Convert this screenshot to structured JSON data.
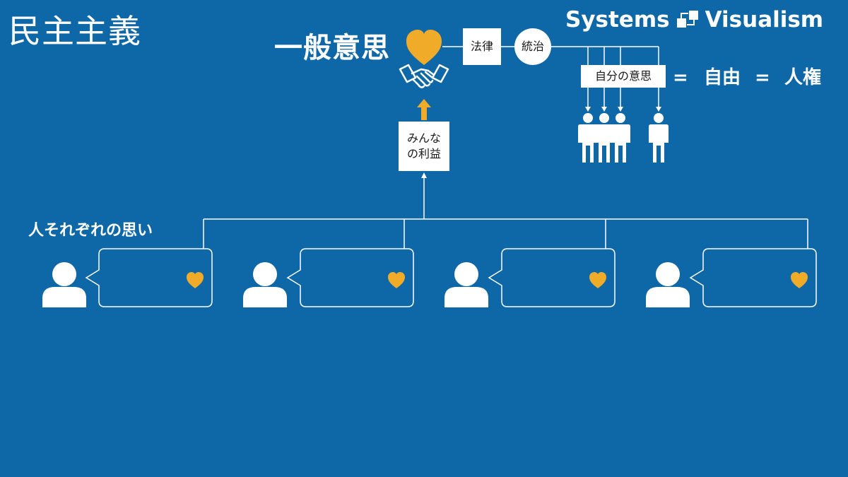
{
  "title": "民主主義",
  "brand": {
    "word1": "Systems",
    "word2": "Visualism",
    "logo_icon": "systems-flow-icon"
  },
  "general_will": {
    "label": "一般意思",
    "icon": "heart-icon"
  },
  "law_label": "法律",
  "governance_label": "統治",
  "own_will_label": "自分の意思",
  "equation": {
    "sign1": "=",
    "freedom": "自由",
    "sign2": "=",
    "human_rights": "人権"
  },
  "common_benefit": {
    "line1": "みんな",
    "line2": "の利益"
  },
  "each_thought_label": "人それぞれの思い",
  "people_count": 4,
  "colors": {
    "background": "#0e67a6",
    "accent": "#f0ab28",
    "foreground": "#ffffff"
  }
}
